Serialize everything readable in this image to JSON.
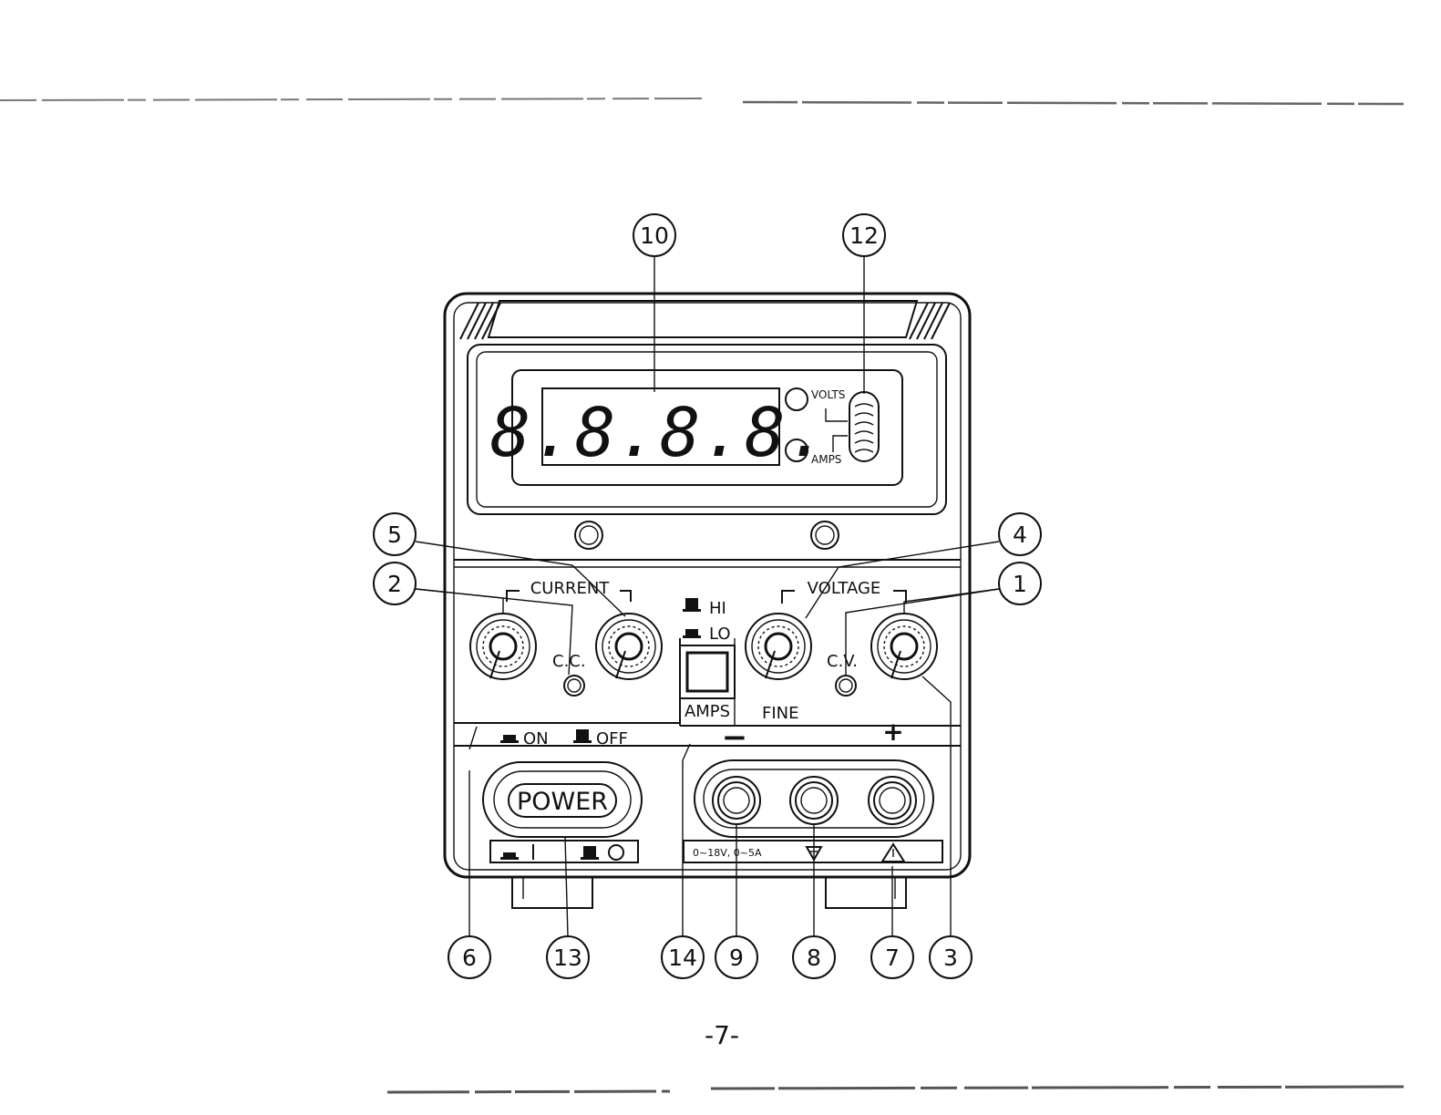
{
  "figure": {
    "display": "8.8.8.8.",
    "meter_volts": "VOLTS",
    "meter_amps": "AMPS",
    "group_current": "CURRENT",
    "group_voltage": "VOLTAGE",
    "cc": "C.C.",
    "cv": "C.V.",
    "hi": "HI",
    "lo": "LO",
    "amps_label": "AMPS",
    "fine": "FINE",
    "on": "ON",
    "off": "OFF",
    "power": "POWER",
    "minus": "−",
    "plus": "+",
    "rating": "0~18V, 0~5A"
  },
  "callouts": [
    {
      "id": "10",
      "label": "10"
    },
    {
      "id": "12",
      "label": "12"
    },
    {
      "id": "5",
      "label": "5"
    },
    {
      "id": "4",
      "label": "4"
    },
    {
      "id": "2",
      "label": "2"
    },
    {
      "id": "1",
      "label": "1"
    },
    {
      "id": "6",
      "label": "6"
    },
    {
      "id": "13",
      "label": "13"
    },
    {
      "id": "14",
      "label": "14"
    },
    {
      "id": "9",
      "label": "9"
    },
    {
      "id": "8",
      "label": "8"
    },
    {
      "id": "7",
      "label": "7"
    },
    {
      "id": "3",
      "label": "3"
    }
  ],
  "page_number": "-7-"
}
